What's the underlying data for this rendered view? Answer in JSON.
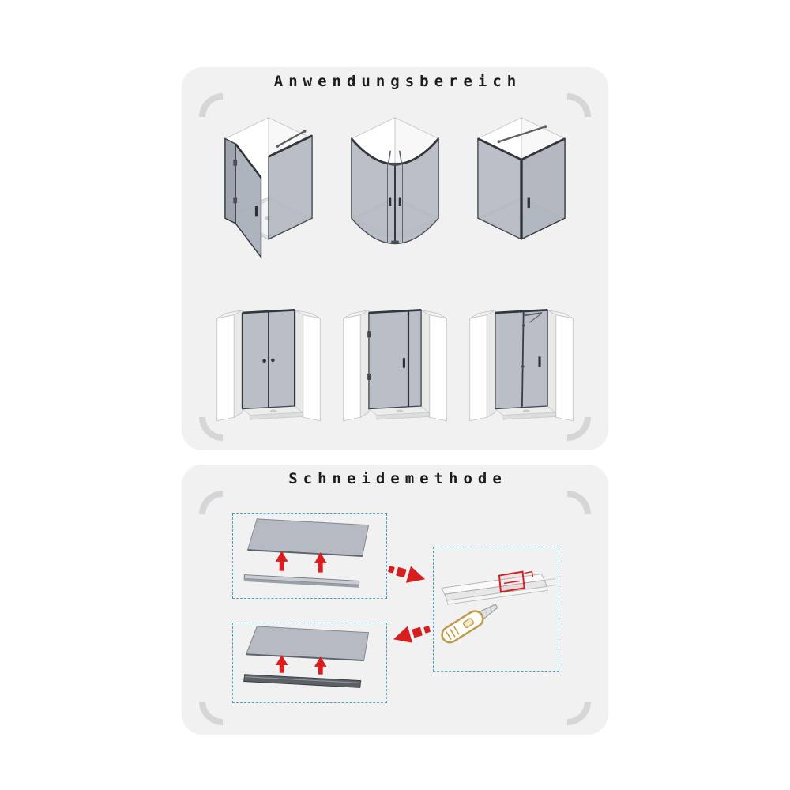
{
  "page": {
    "background": "#ffffff"
  },
  "sections": {
    "application": {
      "title": "Anwendungsbereich",
      "illustrations": [
        "corner shower enclosure with hinged door open",
        "quadrant shower enclosure with double hinged doors",
        "corner shower enclosure with pivot door",
        "niche shower with double swing doors",
        "niche shower with single swing door",
        "niche shower with folding door"
      ]
    },
    "cutting": {
      "title": "Schneidemethode",
      "steps": [
        "glass panel with seal strip held apart, red arrows pointing up",
        "glass panel with seal strip attached, red arrows pointing up",
        "utility knife cutting the seal strip on the wall profile"
      ]
    }
  },
  "colors": {
    "panel_background": "#f1f1f2",
    "accent_red": "#d81e1e",
    "dashed_box_border": "#45a7c6",
    "glass": "#b4b8c1",
    "knife_outline": "#bf9b4f"
  },
  "icons": {
    "up_arrow": "solid red arrow pointing up",
    "right_arrow": "red dashed arrow pointing right toward cutting detail",
    "left_down_arrow": "red dashed arrow pointing down-left from cutting detail"
  }
}
